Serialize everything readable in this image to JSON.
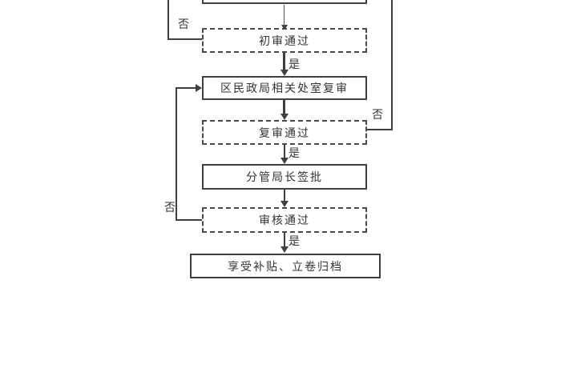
{
  "diagram": {
    "type": "flowchart",
    "nodes": {
      "top_box": {
        "label": "",
        "shape": "solid-rect"
      },
      "initial_review_passed": {
        "label": "初审通过",
        "shape": "dashed-rect"
      },
      "district_dept_rereview": {
        "label": "区民政局相关处室复审",
        "shape": "solid-rect"
      },
      "rereview_passed": {
        "label": "复审通过",
        "shape": "dashed-rect"
      },
      "deputy_director_sign": {
        "label": "分管局长签批",
        "shape": "solid-rect"
      },
      "audit_passed": {
        "label": "审核通过",
        "shape": "dashed-rect"
      },
      "enjoy_subsidy_archive": {
        "label": "享受补贴、立卷归档",
        "shape": "solid-rect"
      }
    },
    "edge_labels": {
      "yes": "是",
      "no": "否"
    }
  },
  "colors": {
    "background": "#ffffff",
    "line": "#3f3f3f",
    "text": "#333333"
  }
}
